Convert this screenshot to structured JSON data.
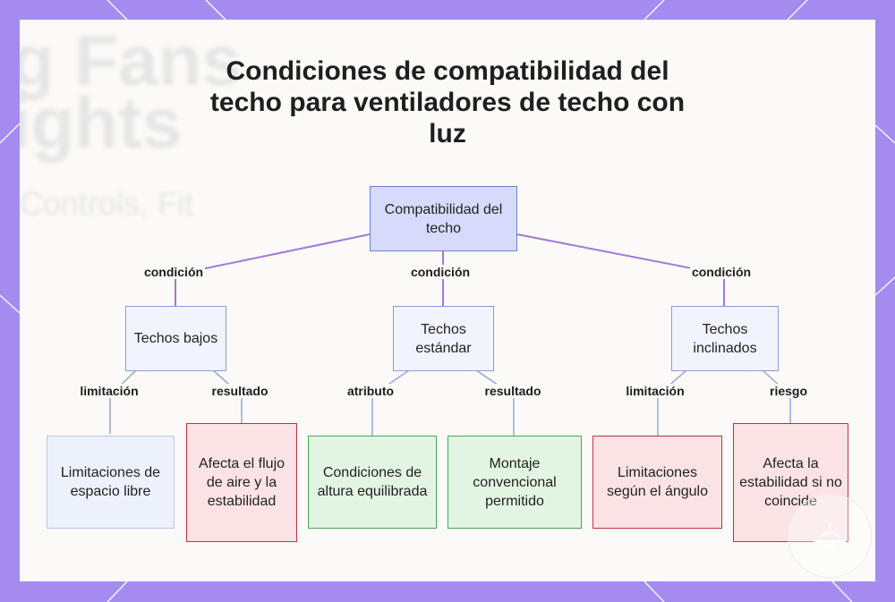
{
  "title": "Condiciones de compatibilidad del techo para ventiladores de techo con luz",
  "colors": {
    "background": "#a48bf0",
    "card": "#fbfaf8",
    "edge": "#a07ad6",
    "root_fill": "#d7dbfb",
    "red_border": "#c2303d",
    "green_border": "#4aa653"
  },
  "nodes": {
    "root": "Compatibilidad del techo",
    "low": "Techos bajos",
    "standard": "Techos estándar",
    "inclined": "Techos inclinados",
    "low_limit": "Limitaciones de espacio libre",
    "low_result": "Afecta el flujo de aire y la estabilidad",
    "std_attr": "Condiciones de altura equilibrada",
    "std_result": "Montaje convencional permitido",
    "inc_limit": "Limitaciones según el ángulo",
    "inc_risk": "Afecta la estabilidad si no coincide"
  },
  "edges": {
    "root_low": "condición",
    "root_std": "condición",
    "root_inc": "condición",
    "low_limit": "limitación",
    "low_result": "resultado",
    "std_attr": "atributo",
    "std_result": "resultado",
    "inc_limit": "limitación",
    "inc_risk": "riesgo"
  },
  "logo_icon": "ceiling-fan-icon"
}
